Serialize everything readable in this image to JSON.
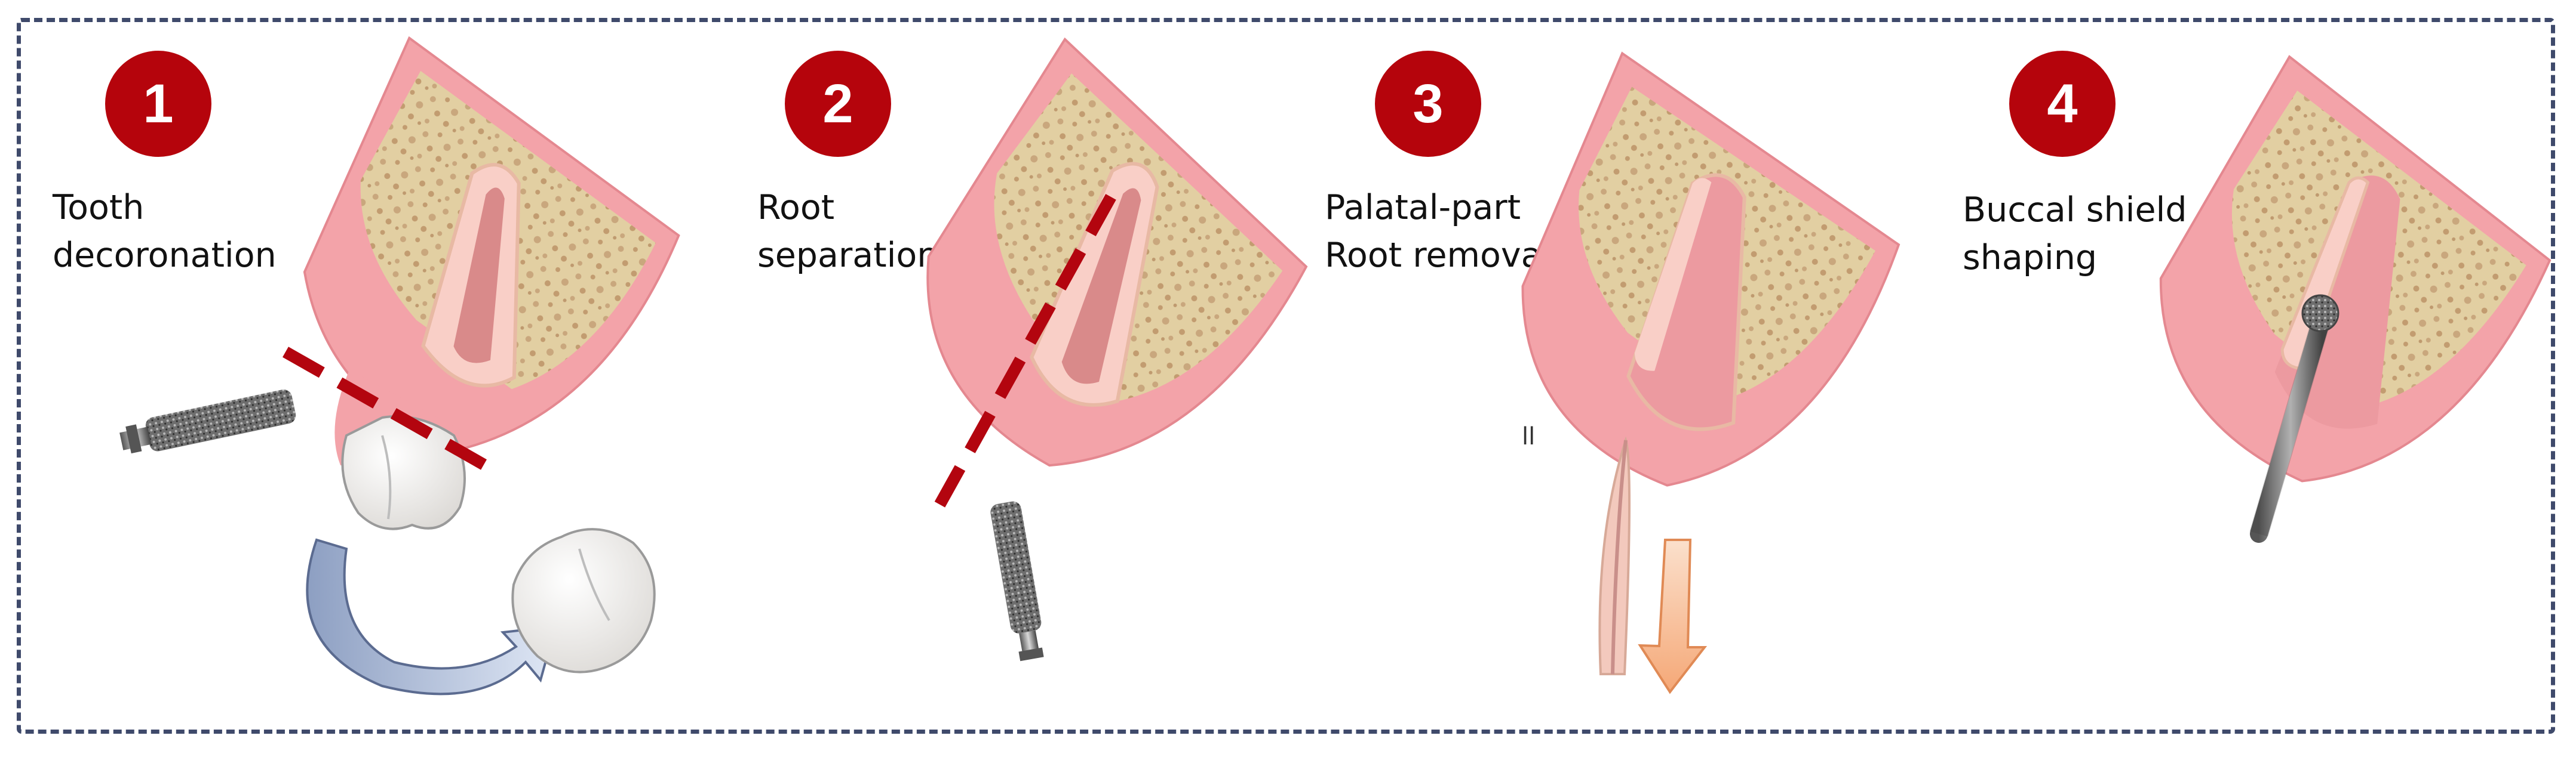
{
  "steps": [
    {
      "number": "1",
      "line1": "Tooth",
      "line2": "decoronation"
    },
    {
      "number": "2",
      "line1": "Root",
      "line2": "separation"
    },
    {
      "number": "3",
      "line1": "Palatal-part",
      "line2": "Root removal"
    },
    {
      "number": "4",
      "line1": "Buccal shield",
      "line2": "shaping"
    }
  ],
  "colors": {
    "badge": "#b5040c",
    "gum": "#f4a9ae",
    "bone": "#e0cc9e",
    "root": "#f6d2c8",
    "cut_line": "#b3050f",
    "arrow_blue": "#b9c7df",
    "arrow_peach": "#f8c09a"
  }
}
